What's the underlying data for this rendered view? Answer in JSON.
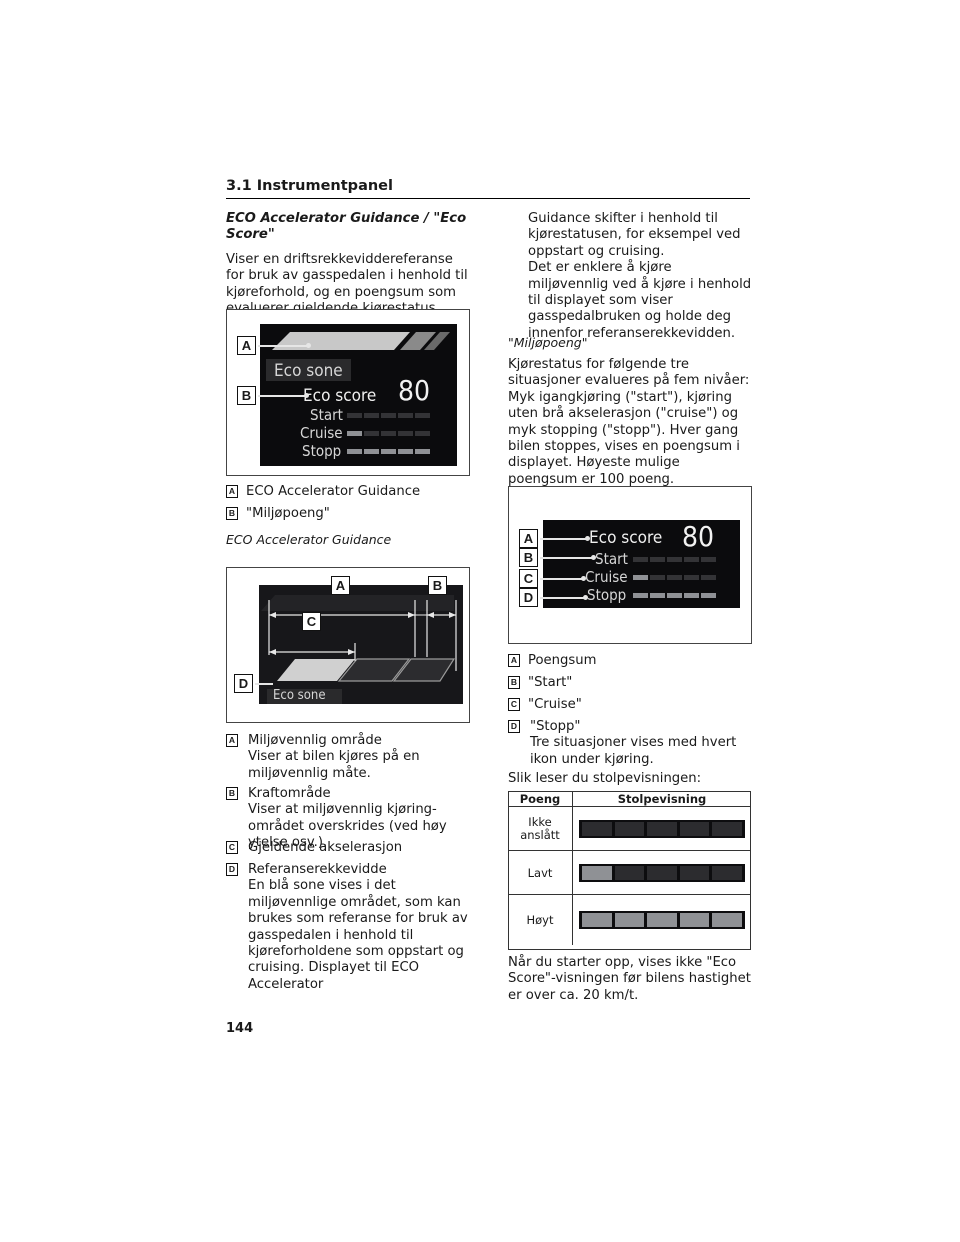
{
  "section_title": "3.1 Instrumentpanel",
  "left": {
    "heading": "ECO Accelerator Guidance / \"Eco Score\"",
    "intro": "Viser en driftsrekkevidd­ereferanse for bruk av gasspedalen i henhold til kjøreforhold, og en poengsum som evaluerer gjeldende kjørestatus.",
    "fig1": {
      "labels": [
        "A",
        "B"
      ],
      "eco_sone": "Eco sone",
      "eco_score": "Eco score",
      "score": "80",
      "rows": [
        {
          "name": "Start",
          "level": 0
        },
        {
          "name": "Cruise",
          "level": 1
        },
        {
          "name": "Stopp",
          "level": 5
        }
      ]
    },
    "legend1": [
      {
        "key": "A",
        "text": "ECO Accelerator Guidance"
      },
      {
        "key": "B",
        "text": "\"Miljøpoeng\""
      }
    ],
    "subheading": "ECO Accelerator Guidance",
    "fig2": {
      "labels": [
        "A",
        "B",
        "C",
        "D"
      ],
      "eco_sone": "Eco sone"
    },
    "legend2": [
      {
        "key": "A",
        "title": "Miljøvennlig område",
        "text": "Viser at bilen kjøres på en miljøvennlig måte."
      },
      {
        "key": "B",
        "title": "Kraftområde",
        "text": "Viser at miljøvennlig kjøring-området overskrides (ved høy ytelse osv.)."
      },
      {
        "key": "C",
        "title": "Gjeldende akselerasjon",
        "text": ""
      },
      {
        "key": "D",
        "title": "Referanserekkevidde",
        "text": "En blå sone vises i det miljøvennlige området, som kan brukes som referanse for bruk av gasspedalen i henhold til kjøreforholdene som oppstart og cruising. Displayet til ECO Accelerator"
      }
    ]
  },
  "right": {
    "cont1": "Guidance skifter i henhold til kjørestatusen, for eksempel ved oppstart og cruising.",
    "cont2": "Det er enklere å kjøre miljøvennlig ved å kjøre i henhold til displayet som viser gasspedalbruken og holde deg innenfor referanserekkevidden.",
    "subheading": "\"Miljøpoeng\"",
    "para": "Kjørestatus for følgende tre situasjoner evalueres på fem nivåer: Myk igangkjøring (\"start\"), kjøring uten brå akselerasjon (\"cruise\") og myk stopping (\"stopp\"). Hver gang bilen stoppes, vises en poengsum i displayet. Høyeste mulige poengsum er 100 poeng.",
    "fig3": {
      "labels": [
        "A",
        "B",
        "C",
        "D"
      ],
      "eco_score": "Eco score",
      "score": "80",
      "rows": [
        {
          "name": "Start",
          "level": 0
        },
        {
          "name": "Cruise",
          "level": 1
        },
        {
          "name": "Stopp",
          "level": 5
        }
      ]
    },
    "legend3": [
      {
        "key": "A",
        "title": "Poengsum",
        "text": ""
      },
      {
        "key": "B",
        "title": "\"Start\"",
        "text": ""
      },
      {
        "key": "C",
        "title": "\"Cruise\"",
        "text": ""
      },
      {
        "key": "D",
        "title": "\"Stopp\"",
        "text": "Tre situasjoner vises med hvert ikon under kjøring."
      }
    ],
    "table_intro": "Slik leser du stolpevisningen:",
    "table": {
      "headers": [
        "Poeng",
        "Stolpevisning"
      ],
      "rows": [
        {
          "label": "Ikke anslått",
          "level": 0
        },
        {
          "label": "Lavt",
          "level": 1
        },
        {
          "label": "Høyt",
          "level": 5
        }
      ]
    },
    "closing": "Når du starter opp, vises ikke \"Eco Score\"-visningen før bilens hastighet er over ca. 20 km/t."
  },
  "page_number": "144"
}
